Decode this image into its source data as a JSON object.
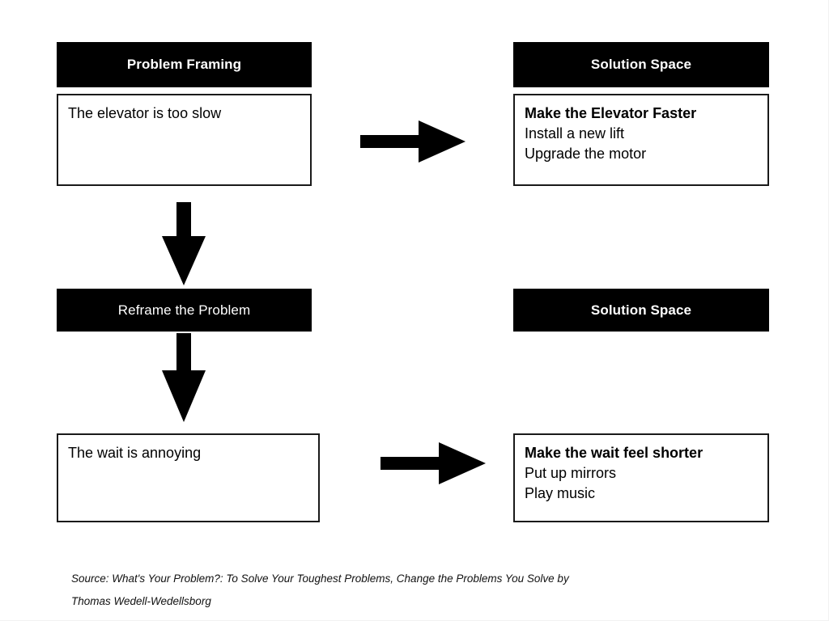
{
  "diagram": {
    "columns": {
      "left_header_top": "Problem Framing",
      "right_header_top": "Solution Space",
      "left_header_middle": "Reframe the Problem",
      "right_header_middle": "Solution Space"
    },
    "boxes": {
      "problem_original": {
        "lines": [
          {
            "text": "The elevator is too slow",
            "bold": false
          }
        ]
      },
      "solution_original": {
        "lines": [
          {
            "text": "Make the Elevator Faster",
            "bold": true
          },
          {
            "text": "Install a new lift",
            "bold": false
          },
          {
            "text": "Upgrade the motor",
            "bold": false
          }
        ]
      },
      "problem_reframed": {
        "lines": [
          {
            "text": "The wait is annoying",
            "bold": false
          }
        ]
      },
      "solution_reframed": {
        "lines": [
          {
            "text": "Make the wait feel shorter",
            "bold": true
          },
          {
            "text": "Put up mirrors",
            "bold": false
          },
          {
            "text": "Play music",
            "bold": false
          }
        ]
      }
    },
    "arrows": {
      "top_right_arrow": "arrow-right-icon",
      "down_arrow_to_reframe": "arrow-down-icon",
      "down_arrow_to_problem": "arrow-down-icon",
      "bottom_right_arrow": "arrow-right-icon"
    },
    "source": {
      "line1": "Source: What's Your Problem?: To Solve Your Toughest Problems, Change the Problems You Solve by",
      "line2": "Thomas Wedell-Wedellsborg"
    },
    "colors": {
      "header_background": "#000000",
      "header_text": "#ffffff",
      "box_border": "#1a1a1a",
      "box_background": "#ffffff",
      "arrow_fill": "#000000",
      "page_background": "#ffffff"
    }
  }
}
